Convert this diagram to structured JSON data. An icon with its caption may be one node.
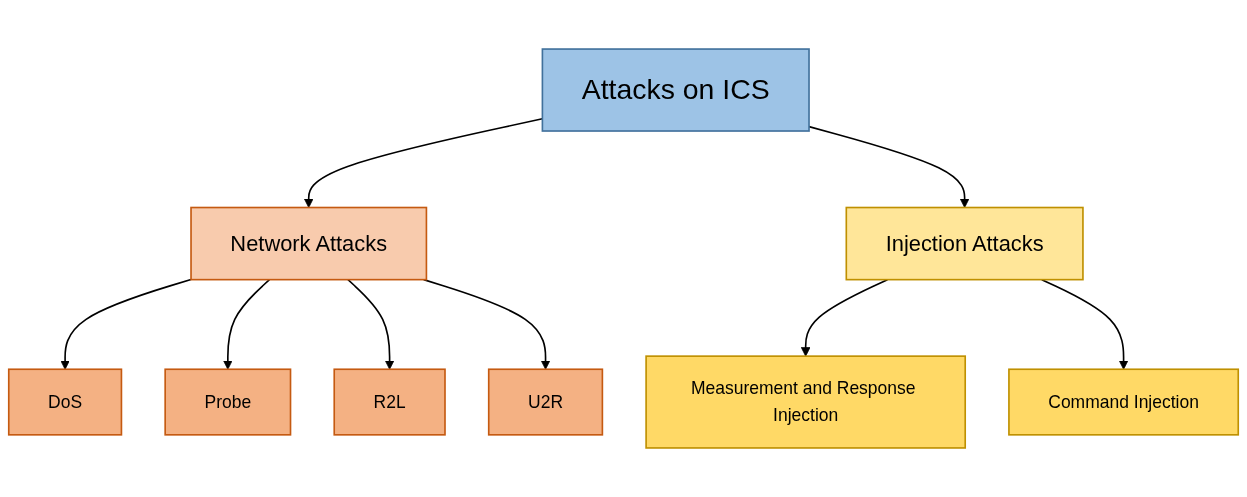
{
  "diagram": {
    "nodes": [
      {
        "text": [
          "Attacks on ICS"
        ]
      },
      {
        "text": [
          "Network Attacks"
        ]
      },
      {
        "text": [
          "Injection Attacks"
        ]
      },
      {
        "text": [
          "DoS"
        ]
      },
      {
        "text": [
          "Probe"
        ]
      },
      {
        "text": [
          "R2L"
        ]
      },
      {
        "text": [
          "U2R"
        ]
      },
      {
        "text": [
          "Measurement and Response Injection"
        ]
      },
      {
        "text": [
          "Command Injection"
        ]
      }
    ],
    "edges": [
      {
        "from": 0,
        "to": 1,
        "arrow": "to"
      },
      {
        "from": 0,
        "to": 2,
        "arrow": "to"
      },
      {
        "from": 1,
        "to": 3,
        "arrow": "to"
      },
      {
        "from": 1,
        "to": 4,
        "arrow": "to"
      },
      {
        "from": 1,
        "to": 5,
        "arrow": "to"
      },
      {
        "from": 1,
        "to": 6,
        "arrow": "to"
      },
      {
        "from": 2,
        "to": 7,
        "arrow": "to"
      },
      {
        "from": 2,
        "to": 8,
        "arrow": "to"
      }
    ]
  }
}
